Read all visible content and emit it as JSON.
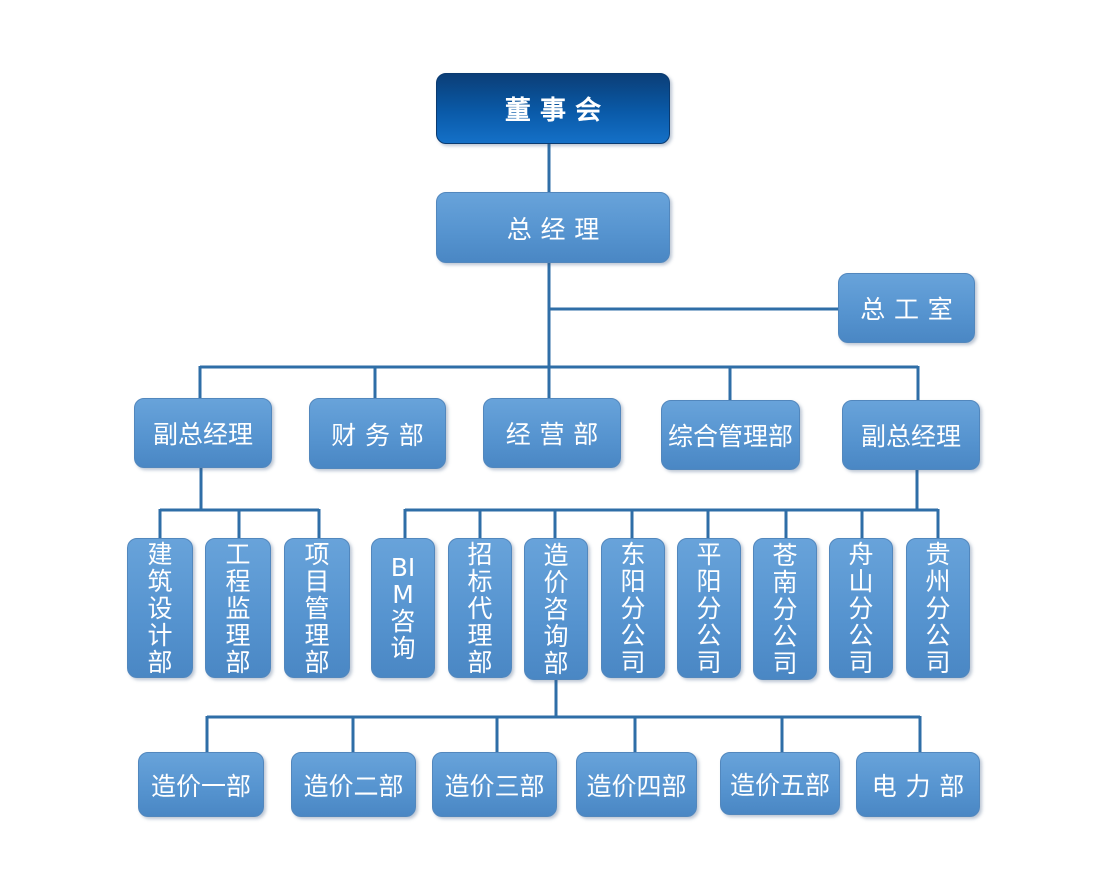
{
  "org": {
    "board": "董事会",
    "gm": "总经理",
    "chief_engineer": "总工室",
    "level2": [
      "副总经理",
      "财务部",
      "经营部",
      "综合管理部",
      "副总经理"
    ],
    "left_depts": [
      "建筑设计部",
      "工程监理部",
      "项目管理部"
    ],
    "right_depts": [
      "BIM咨询",
      "招标代理部",
      "造价咨询部",
      "东阳分公司",
      "平阳分公司",
      "苍南分公司",
      "舟山分公司",
      "贵州分公司"
    ],
    "cost_depts": [
      "造价一部",
      "造价二部",
      "造价三部",
      "造价四部",
      "造价五部",
      "电力部"
    ]
  }
}
